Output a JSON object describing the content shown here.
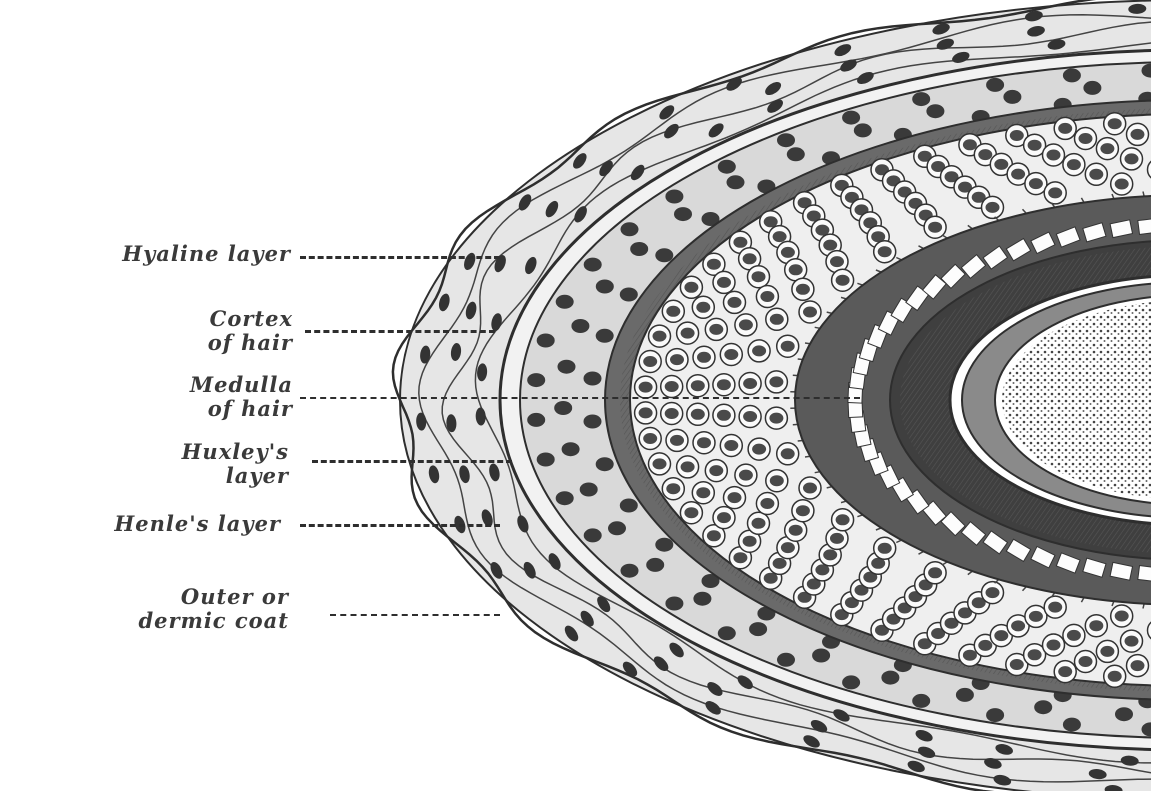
{
  "figure": {
    "labels": [
      {
        "key": "hyaline",
        "lines": [
          "Hyaline layer"
        ]
      },
      {
        "key": "cortex",
        "lines": [
          "Cortex",
          "of hair"
        ]
      },
      {
        "key": "medulla",
        "lines": [
          "Medulla",
          "of hair"
        ]
      },
      {
        "key": "huxley",
        "lines": [
          "Huxley's",
          "layer"
        ]
      },
      {
        "key": "henle",
        "lines": [
          "Henle's layer"
        ]
      },
      {
        "key": "outer",
        "lines": [
          "Outer or",
          "dermic coat"
        ]
      }
    ]
  },
  "colors": {
    "ink": "#2e2e2e",
    "paper": "#ffffff"
  }
}
